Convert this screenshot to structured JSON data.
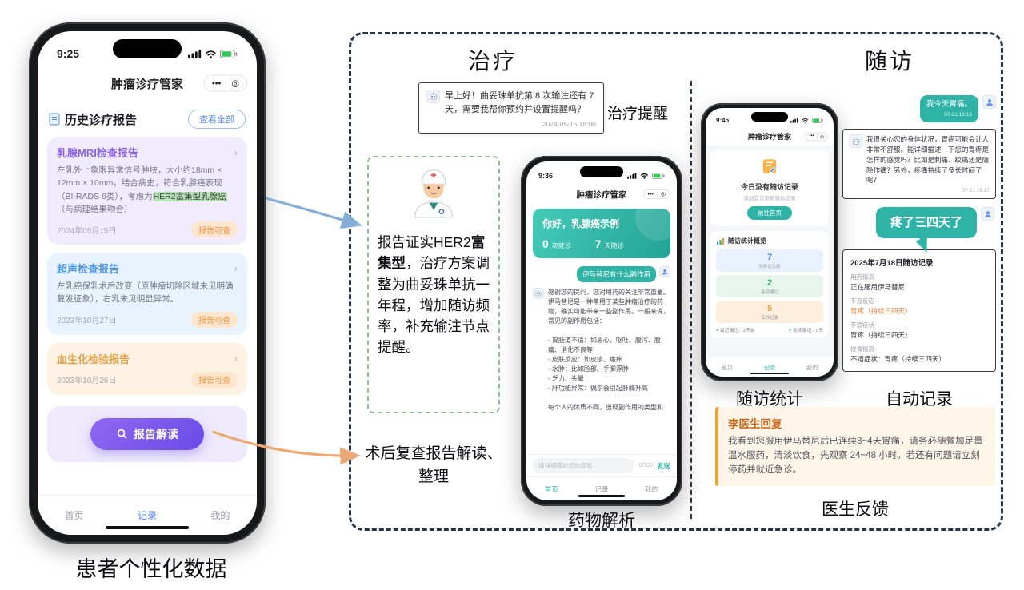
{
  "glyphs": {
    "chevron": "›",
    "more": "•••",
    "target": "◎",
    "dot": "●"
  },
  "colors": {
    "purple": "#8a63e8",
    "blue": "#4a86e8",
    "orange": "#ef9b3f",
    "teal": "#2fb3a6",
    "green_highlight": "#b5e3b5",
    "panel_border": "#24344d"
  },
  "caption_left": "患者个性化数据",
  "left_phone": {
    "time": "9:25",
    "app_title": "肿瘤诊疗管家",
    "section_title": "历史诊疗报告",
    "view_all": "查看全部",
    "card1": {
      "title": "乳腺MRI检查报告",
      "body_part1": "左乳外上象限异常信号肿块，大小约18mm × 12mm × 10mm，结合病史，符合乳腺癌表现（BI-RADS 6类），考虑为",
      "body_highlight": "HER2富集型乳腺癌",
      "body_part2": "（与病理结果吻合）",
      "date": "2024年05月15日",
      "badge": "报告可查"
    },
    "card2": {
      "title": "超声检查报告",
      "body": "左乳癌保乳术后改变（原肿瘤切除区域未见明确复发征象），右乳未见明显异常。",
      "date": "2023年10月27日",
      "badge": "报告可查"
    },
    "card3": {
      "title": "血生化检验报告",
      "date": "2023年10月26日",
      "badge": "报告可查"
    },
    "interpret_button": "报告解读",
    "nav": [
      "首页",
      "记录",
      "我的"
    ]
  },
  "panel": {
    "treatment_title": "治疗",
    "followup_title": "随访",
    "reminder": {
      "text": "早上好！曲妥珠单抗第 8 次输注还有 7 天，需要我帮你预约并设置提醒吗？",
      "time": "2024-05-15 18:00",
      "label": "治疗提醒"
    },
    "doctor_note": {
      "part1": "报告证实HER2",
      "bold": "富集型",
      "part2": "，治疗方案调整为曲妥珠单抗一年程，增加随访频率，补充输注节点提醒。"
    },
    "postop_label": "术后复查报告解读、整理",
    "drug_phone": {
      "time": "9:36",
      "app_title": "肿瘤诊疗管家",
      "hero_title": "你好，乳腺癌示例",
      "stats": [
        {
          "value": "0",
          "label": "次就诊"
        },
        {
          "value": "7",
          "label": "天随诊"
        }
      ],
      "user_msg": "伊马替尼有什么副作用",
      "bot_msg": "感谢您的提问，您对用药的关注非常重要。伊马替尼是一种常用于某些肿瘤治疗的药物，确实可能带来一些副作用。一般来说，常见的副作用包括：\n\n- 胃肠道不适：如恶心、呕吐、腹泻、腹痛、消化不良等\n- 皮肤反应：如皮疹、瘙痒\n- 水肿：比如脸部、手脚浮肿\n- 乏力、头晕\n- 肝功能异常：偶尔会引起肝酶升高\n\n每个人的体质不同，出现副作用的类型和",
      "input_placeholder": "请详细描述您的症状，",
      "counter": "0/500",
      "send": "发送",
      "nav": [
        "首页",
        "记录",
        "我的"
      ],
      "caption": "药物解析"
    },
    "stats_phone": {
      "time": "9:45",
      "app_title": "肿瘤诊疗管家",
      "banner_title": "今日没有随访记录",
      "banner_sub": "请到首页更新随访记录",
      "banner_button": "前往首页",
      "stats_title": "随访统计概览",
      "stats": [
        {
          "value": "7",
          "label": "总随访天数"
        },
        {
          "value": "2",
          "label": "连续漏记"
        },
        {
          "value": "5",
          "label": "有效记录"
        }
      ],
      "footer_left": "最近漏记：2天前",
      "footer_right": "连续漏记：0天",
      "nav": [
        "首页",
        "记录",
        "我的"
      ],
      "caption": "随访统计"
    },
    "chat": {
      "user_msg1": "我今天胃痛。",
      "time1": "07-21 16:15",
      "bot_msg": "我很关心您的身体状况，胃疼可能会让人非常不舒服。能详细描述一下您的胃疼是怎样的感觉吗？比如是刺痛、绞痛还是隐隐作痛？另外，疼痛持续了多长时间了呢？",
      "time2": "07-21 16:17",
      "user_msg2": "疼了三四天了",
      "record": {
        "title": "2025年7月18日随访记录",
        "fields": [
          {
            "label": "用药情况",
            "value": "正在服用伊马替尼"
          },
          {
            "label": "不良反应",
            "value": "胃疼（持续三四天）"
          },
          {
            "label": "不适症状",
            "value": "胃疼（持续三四天）"
          },
          {
            "label": "饮食情况",
            "value": "不适症状：胃疼（持续三四天）"
          }
        ]
      },
      "caption": "自动记录"
    },
    "doctor_reply": {
      "title": "李医生回复",
      "body": "我看到您服用伊马替尼后已连续3~4天胃痛，请务必随餐加足量温水服药，清淡饮食，先观察 24~48 小时。若还有问题请立刻停药并就近急诊。",
      "caption": "医生反馈"
    }
  }
}
